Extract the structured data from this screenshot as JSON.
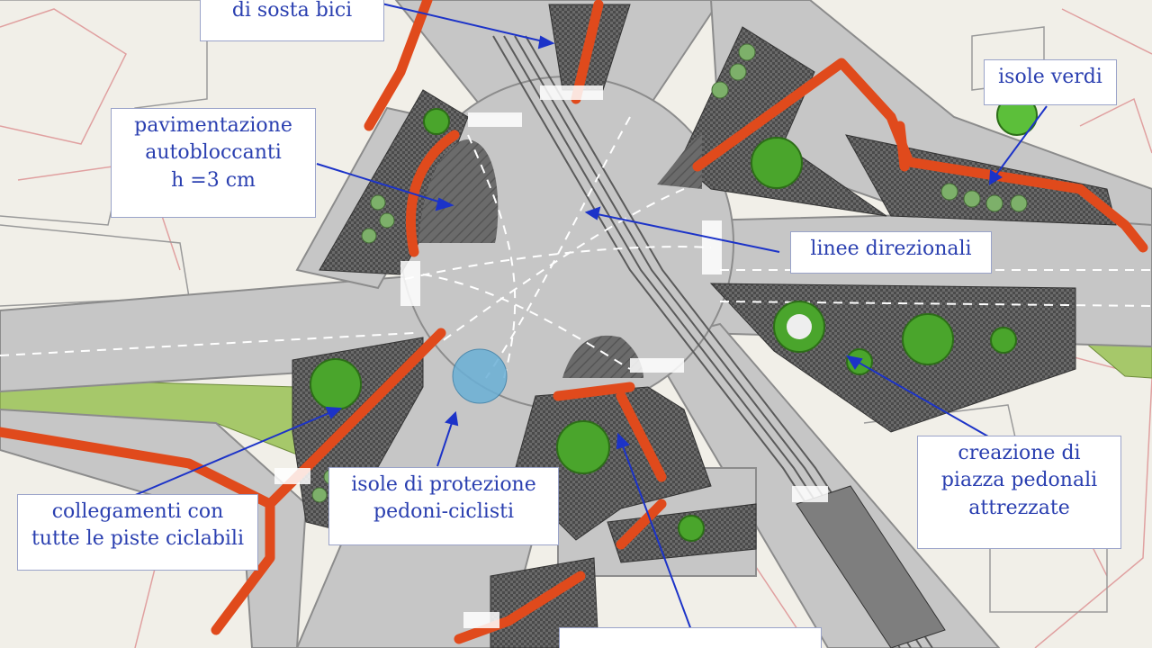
{
  "colors": {
    "background": "#f1efe8",
    "road": "#c6c6c6",
    "road_edge": "#8c8c8c",
    "paving": "#4a4a4a",
    "cycle_path": "#e04a1c",
    "green_area": "#a6c86a",
    "tree": "#4aa52c",
    "protection_island": "#6ab0d6",
    "label_text": "#2a3fb0",
    "leader_line": "#1c33c8",
    "cadastral_line": "#e0a0a0"
  },
  "labels": {
    "sosta_bici": {
      "lines": [
        "di sosta bici"
      ]
    },
    "pavimentazione": {
      "lines": [
        "pavimentazione",
        "autobloccanti",
        "h =3 cm"
      ]
    },
    "linee_direzionali": {
      "lines": [
        "linee direzionali"
      ]
    },
    "isole_verdi": {
      "lines": [
        "isole verdi"
      ]
    },
    "isole_protezione": {
      "lines": [
        "isole di protezione",
        "pedoni-ciclisti"
      ]
    },
    "collegamenti": {
      "lines": [
        "collegamenti con",
        "tutte le piste ciclabili"
      ]
    },
    "piazza_pedonali": {
      "lines": [
        "creazione di",
        "piazza pedonali",
        "attrezzate"
      ]
    },
    "bottom_cut": {
      "lines": [
        ""
      ]
    }
  }
}
